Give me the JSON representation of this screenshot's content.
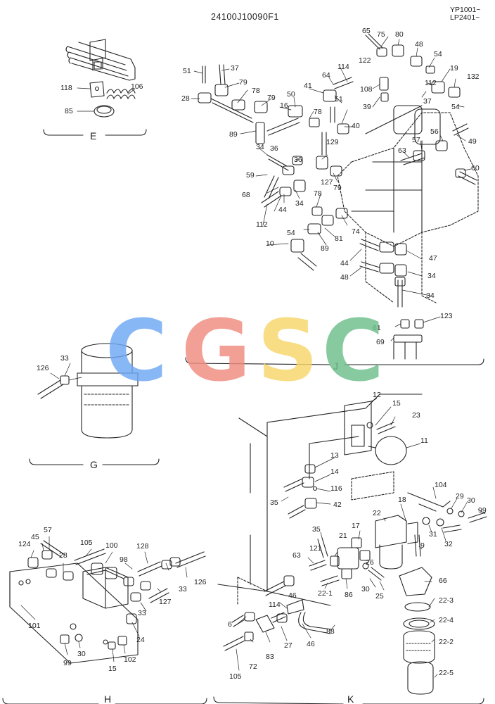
{
  "header": {
    "drawing_code": "24100J10090F1",
    "serial_1": "YP1001~",
    "serial_2": "LP2401~"
  },
  "watermark": {
    "letters": [
      {
        "text": "C",
        "color": "#6fa8f5"
      },
      {
        "text": "G",
        "color": "#f08a7e"
      },
      {
        "text": "S",
        "color": "#f7d66b"
      },
      {
        "text": "C",
        "color": "#6dbf8c"
      }
    ]
  },
  "sections": {
    "E": "E",
    "G": "G",
    "H": "H",
    "J": "J",
    "K": "K"
  },
  "callouts": {
    "E": [
      "118",
      "106",
      "85"
    ],
    "J": [
      "65",
      "75",
      "80",
      "48",
      "54",
      "122",
      "19",
      "132",
      "51",
      "37",
      "112",
      "37",
      "54",
      "28",
      "79",
      "78",
      "79",
      "114",
      "64",
      "50",
      "41",
      "108",
      "51",
      "39",
      "16",
      "78",
      "40",
      "89",
      "34",
      "129",
      "36",
      "56",
      "49",
      "63",
      "57",
      "59",
      "36",
      "60",
      "68",
      "127",
      "79",
      "78",
      "34",
      "44",
      "112",
      "54",
      "89",
      "81",
      "74",
      "10",
      "47",
      "44",
      "34",
      "48",
      "34",
      "61",
      "123",
      "69",
      "61"
    ],
    "G": [
      "126",
      "33"
    ],
    "H": [
      "57",
      "124",
      "45",
      "105",
      "100",
      "128",
      "28",
      "98",
      "126",
      "33",
      "127",
      "33",
      "101",
      "24",
      "99",
      "30",
      "15",
      "102"
    ],
    "K": [
      "12",
      "15",
      "23",
      "11",
      "13",
      "14",
      "116",
      "35",
      "42",
      "104",
      "29",
      "30",
      "99",
      "22",
      "18",
      "31",
      "32",
      "35",
      "17",
      "121",
      "21",
      "9",
      "63",
      "26",
      "30",
      "25",
      "86",
      "66",
      "22-1",
      "114",
      "46",
      "22-3",
      "6",
      "88",
      "27",
      "22-4",
      "83",
      "46",
      "72",
      "22-2",
      "105",
      "22-5"
    ]
  }
}
